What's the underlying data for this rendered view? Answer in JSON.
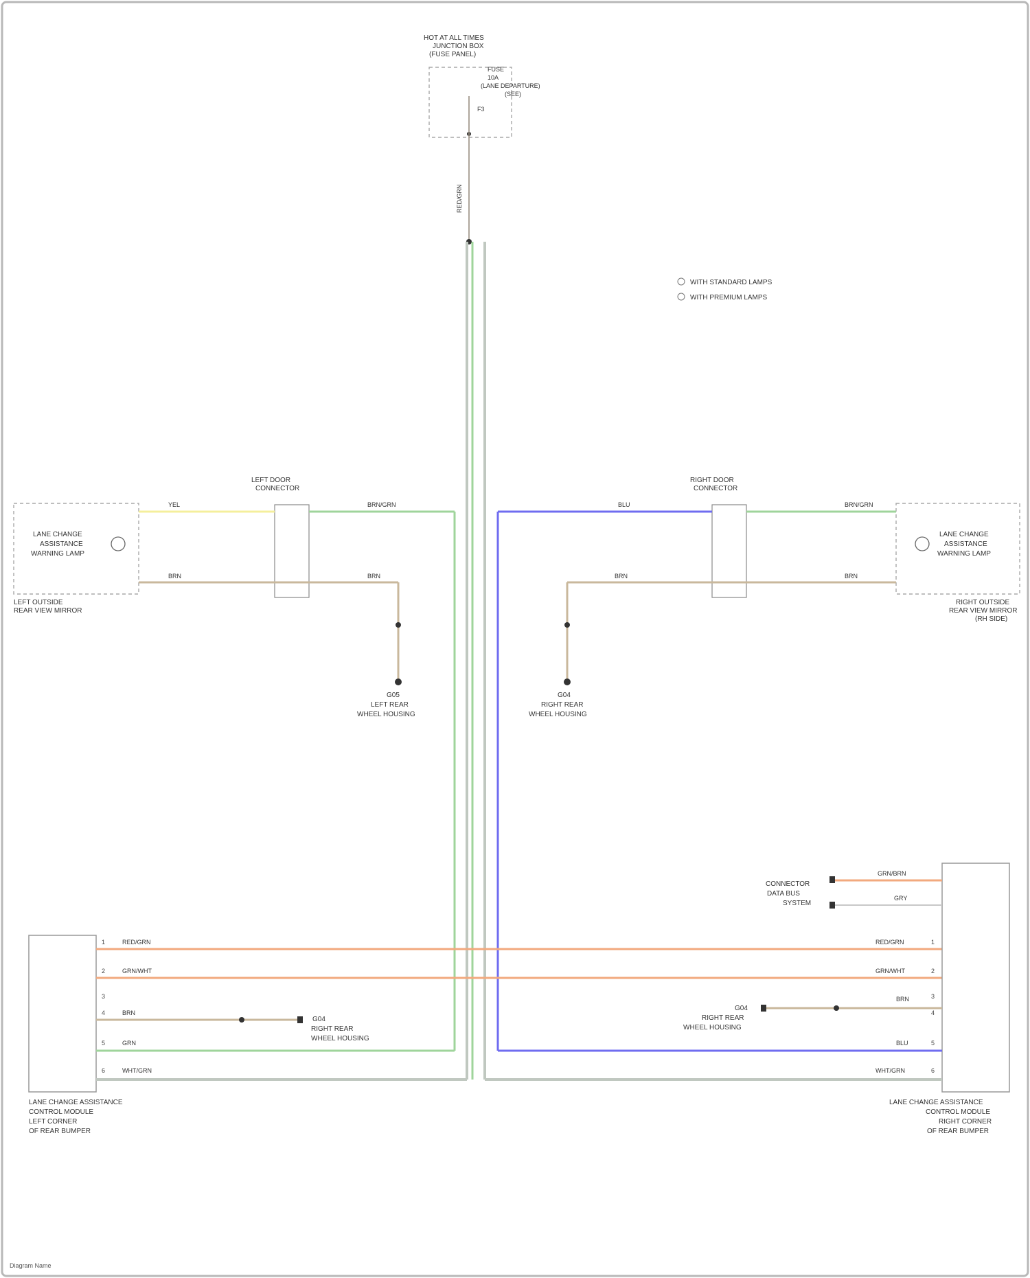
{
  "fuse_block": {
    "title": [
      "HOT AT ALL TIMES",
      "JUNCTION BOX",
      "(FUSE PANEL)"
    ],
    "fuse": [
      "FUSE",
      "10A",
      "(LANE DEPARTURE)",
      "(SEE)"
    ],
    "pin": "F3"
  },
  "legend": [
    "WITH STANDARD LAMPS",
    "WITH PREMIUM LAMPS"
  ],
  "left_lamp": {
    "label": [
      "LANE CHANGE",
      "ASSISTANCE",
      "WARNING LAMP"
    ],
    "location": [
      "LEFT OUTSIDE",
      "REAR VIEW MIRROR"
    ],
    "connector_label": [
      "LEFT DOOR",
      "CONNECTOR"
    ],
    "ground": [
      "G05",
      "LEFT REAR",
      "WHEEL HOUSING"
    ],
    "wire_top": [
      "YEL",
      "BRN/GRN"
    ],
    "wire_bottom": [
      "BRN",
      "BRN"
    ]
  },
  "right_lamp": {
    "label": [
      "LANE CHANGE",
      "ASSISTANCE",
      "WARNING LAMP"
    ],
    "location": [
      "RIGHT OUTSIDE",
      "REAR VIEW MIRROR",
      "(RH SIDE)"
    ],
    "connector_label": [
      "RIGHT DOOR",
      "CONNECTOR"
    ],
    "ground": [
      "G04",
      "RIGHT REAR",
      "WHEEL HOUSING"
    ],
    "wire_top": [
      "BLU",
      "BRN/GRN"
    ],
    "wire_bottom": [
      "BRN",
      "BRN"
    ]
  },
  "left_module": {
    "label": [
      "LANE CHANGE ASSISTANCE",
      "CONTROL MODULE",
      "LEFT CORNER",
      "OF REAR BUMPER"
    ],
    "pins": [
      "1",
      "2",
      "3",
      "4",
      "5",
      "6"
    ],
    "wires": [
      "RED/GRN",
      "GRN/WHT",
      "BRN",
      "GRN",
      "WHT/GRN"
    ],
    "ground": [
      "G04",
      "RIGHT REAR",
      "WHEEL HOUSING"
    ]
  },
  "right_module": {
    "label": [
      "LANE CHANGE ASSISTANCE",
      "CONTROL MODULE",
      "RIGHT CORNER",
      "OF REAR BUMPER"
    ],
    "pins": [
      "1",
      "2",
      "3",
      "4",
      "5",
      "6"
    ],
    "wires": [
      "RED/GRN",
      "GRN/WHT",
      "BRN",
      "BLU",
      "WHT/GRN"
    ],
    "connector_wires": [
      "GRN/BRN",
      "GRY"
    ],
    "connector_label": [
      "CONNECTOR",
      "DATA BUS",
      "SYSTEM"
    ],
    "ground": [
      "G04",
      "RIGHT REAR",
      "WHEEL HOUSING"
    ]
  },
  "trunk_wire": "RED/GRN",
  "footer": "Diagram Name",
  "colors": {
    "yellow": "#f4ef9c",
    "green": "#9fd49b",
    "blue": "#6f6cf0",
    "orange": "#f2a97e",
    "tan": "#c9b89c",
    "gray": "#c0c8c0"
  }
}
